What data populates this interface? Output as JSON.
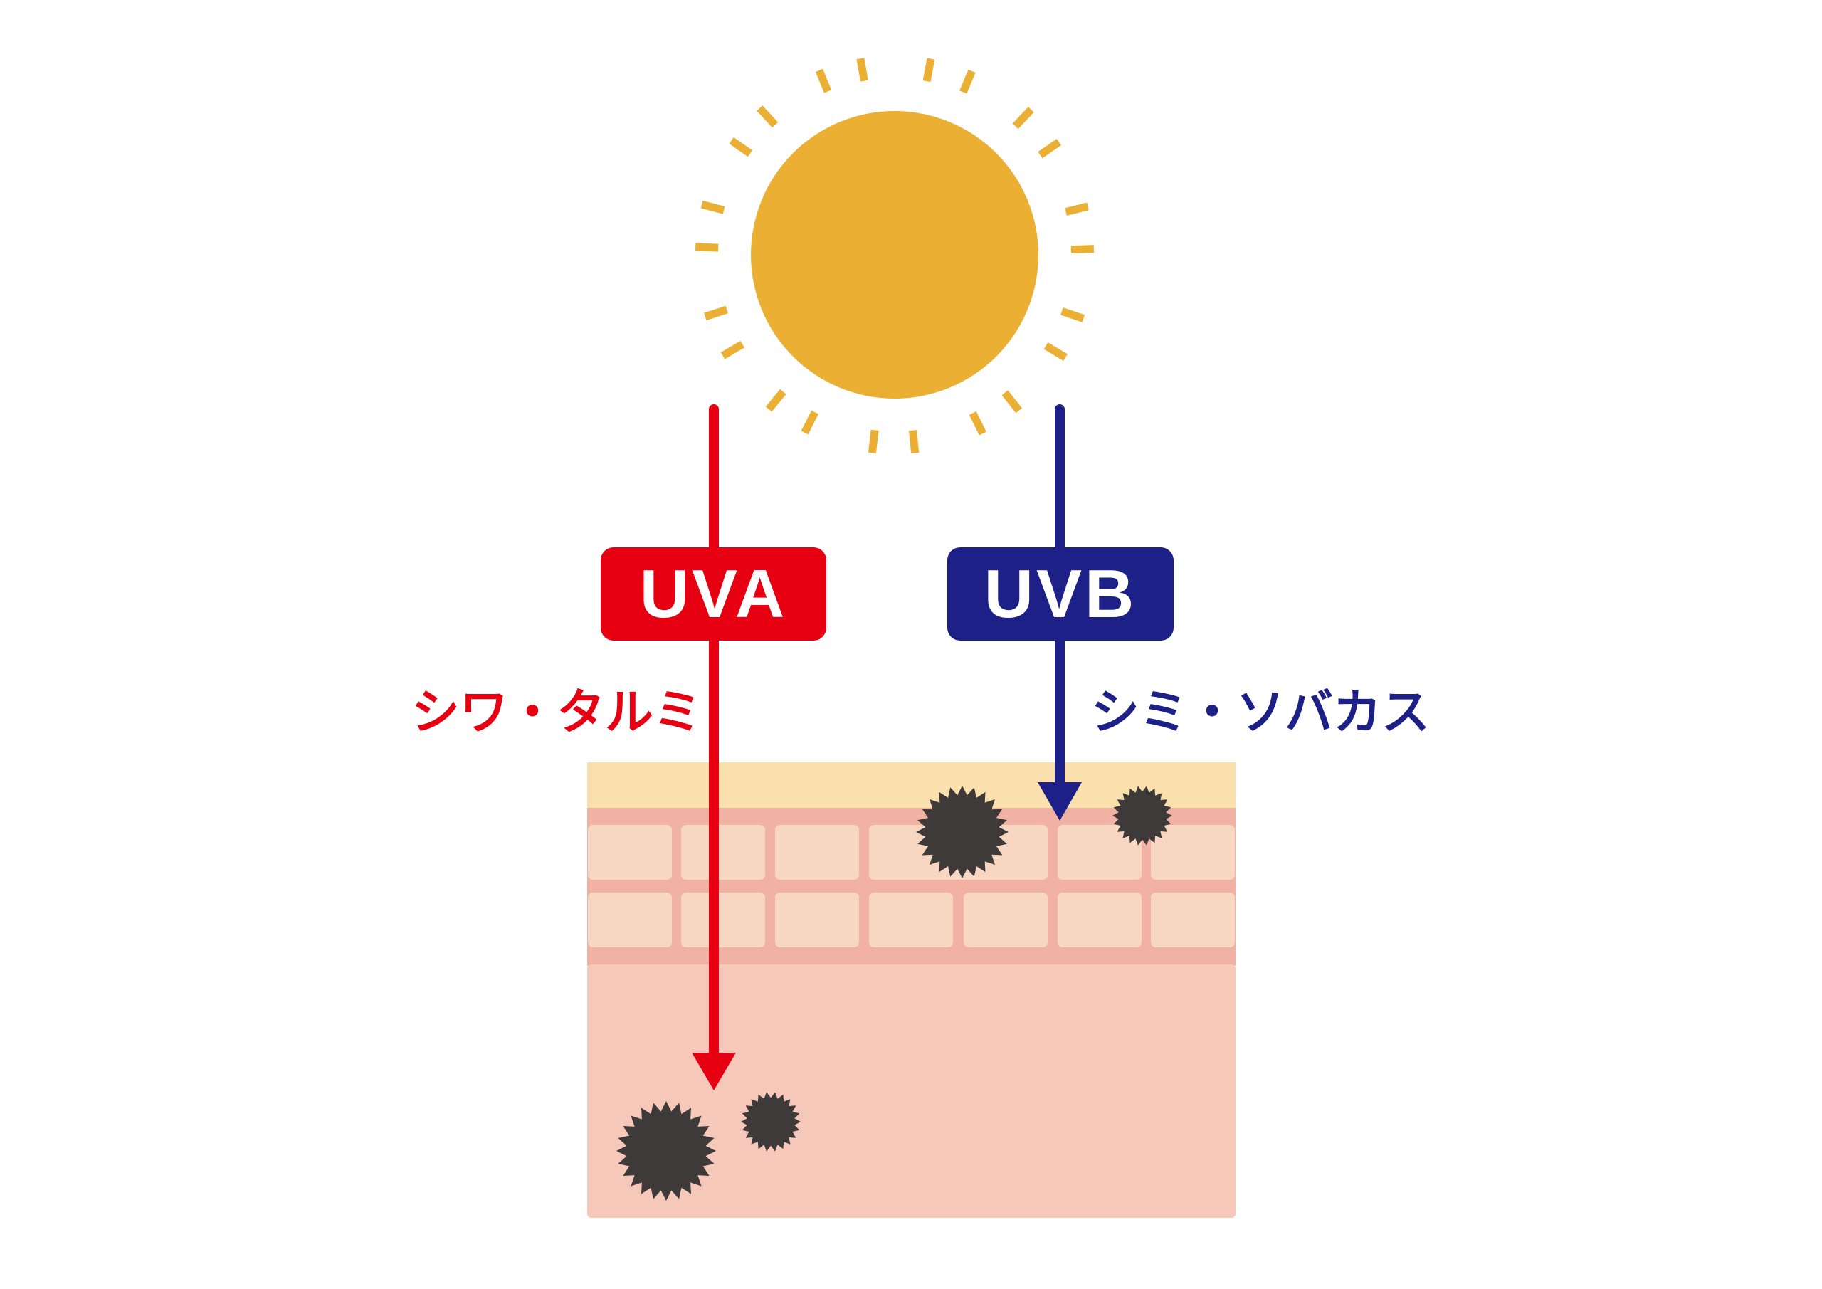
{
  "colors": {
    "sun": "#EBAF33",
    "uva": "#E60012",
    "uvb": "#1D2087",
    "stratum_corneum": "#FAE0AD",
    "epidermis": "#F2B2A3",
    "cell": "#F8D7C2",
    "dermis": "#F6C8B9",
    "spot": "#3E3A39"
  },
  "uva": {
    "label": "UVA",
    "effect": "シワ・タルミ"
  },
  "uvb": {
    "label": "UVB",
    "effect": "シミ・ソバカス"
  }
}
